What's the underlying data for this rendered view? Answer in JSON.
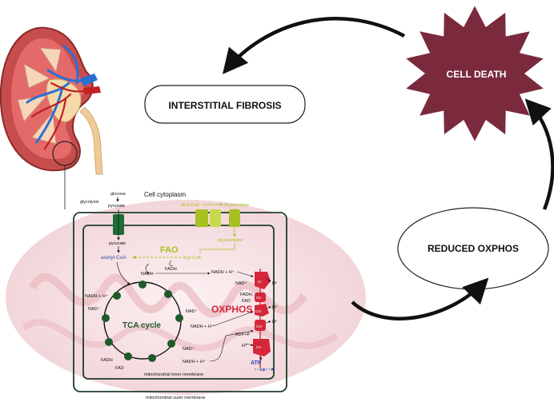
{
  "labels": {
    "cell_death": "CELL DEATH",
    "interstitial_fibrosis": "INTERSTITIAL FIBROSIS",
    "reduced_oxphos": "REDUCED OXPHOS",
    "glycolysis": "glycolysis",
    "glucose": "glucose",
    "pyruvate_top": "pyruvate",
    "cell_cytoplasm": "Cell cytoplasm",
    "acyl_coa_top": "Acyl-CoA",
    "acylcarnitine_top": "Acylcarnitine",
    "acylcarnitine_inner": "Acylcarnitine",
    "pyruvate_inner": "pyruvate",
    "acetyl_coa": "acetyl-CoA",
    "fao": "FAO",
    "acyl_coa_inner": "Acyl-CoA",
    "fadh2_fao": "FADH",
    "nadh_fao": "NADH",
    "nadh_h_top": "NADH + H⁺",
    "nad_cycle_left": "NADH + H⁺",
    "nad_plus_left": "NAD⁺",
    "nad_plus_right": "NAD⁺",
    "nadh_h_right": "NADH + H⁺",
    "nad_plus_bottom": "NAD⁺",
    "nadh_h_bottom": "NADH + H⁺",
    "fadh_left": "FADH",
    "fad_left": "FAD",
    "tca_cycle": "TCA cycle",
    "oxphos": "OXPHOS",
    "ox_nad": "NAD⁺",
    "ox_fadh": "FADH,",
    "ox_fad": "FAD",
    "ox_h1": "H⁺",
    "ox_h2": "H⁺",
    "ox_h3": "H⁺",
    "ox_h4": "H⁺",
    "adp": "ADP+P",
    "atp": "ATP",
    "delta_psi": "Δψ",
    "complex_1": "CI",
    "complex_2": "CII",
    "complex_3": "CIII",
    "complex_4": "CIV",
    "complex_5": "CV",
    "inner_membrane": "mitochondrial inner membrane",
    "outer_membrane": "mitochondrial outer membrane"
  },
  "colors": {
    "cell_death_fill": "#7a2a3c",
    "membrane": "#1f3d2a",
    "tca_node": "#1f5a2a",
    "fao_green": "#a8c021",
    "oxphos_red": "#d4283a",
    "acetyl_blue": "#2a4fb0",
    "mito_pink": "#f3d9dc"
  }
}
